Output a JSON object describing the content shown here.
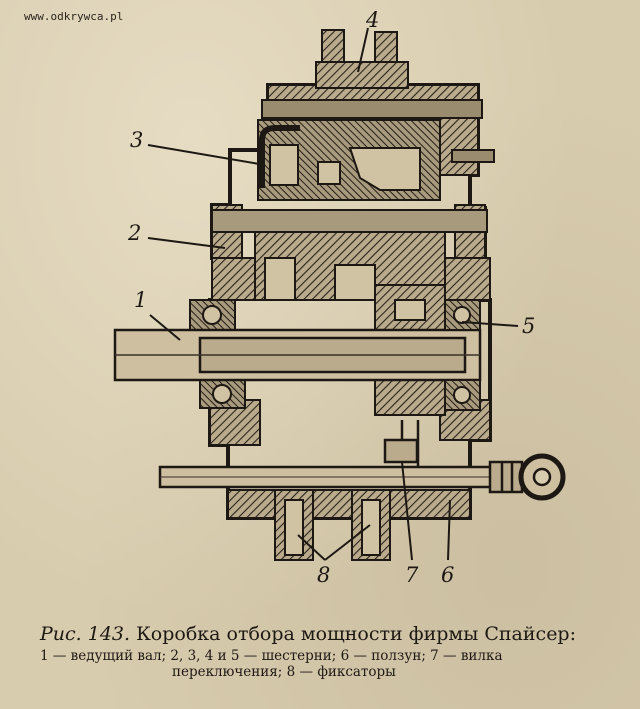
{
  "watermark": "www.odkrywca.pl",
  "labels": {
    "l1": "1",
    "l2": "2",
    "l3": "3",
    "l4": "4",
    "l5": "5",
    "l6": "6",
    "l7": "7",
    "l8": "8"
  },
  "caption": {
    "fig_number": "Рис. 143.",
    "title": "Коробка отбора мощности фирмы Спайсер:",
    "line1": "1 — ведущий вал; 2, 3, 4 и 5 — шестерни; 6 — ползун; 7 — вилка",
    "line2": "переключения; 8 — фиксаторы"
  },
  "colors": {
    "paper": "#d8ccae",
    "ink": "#1d1813"
  }
}
